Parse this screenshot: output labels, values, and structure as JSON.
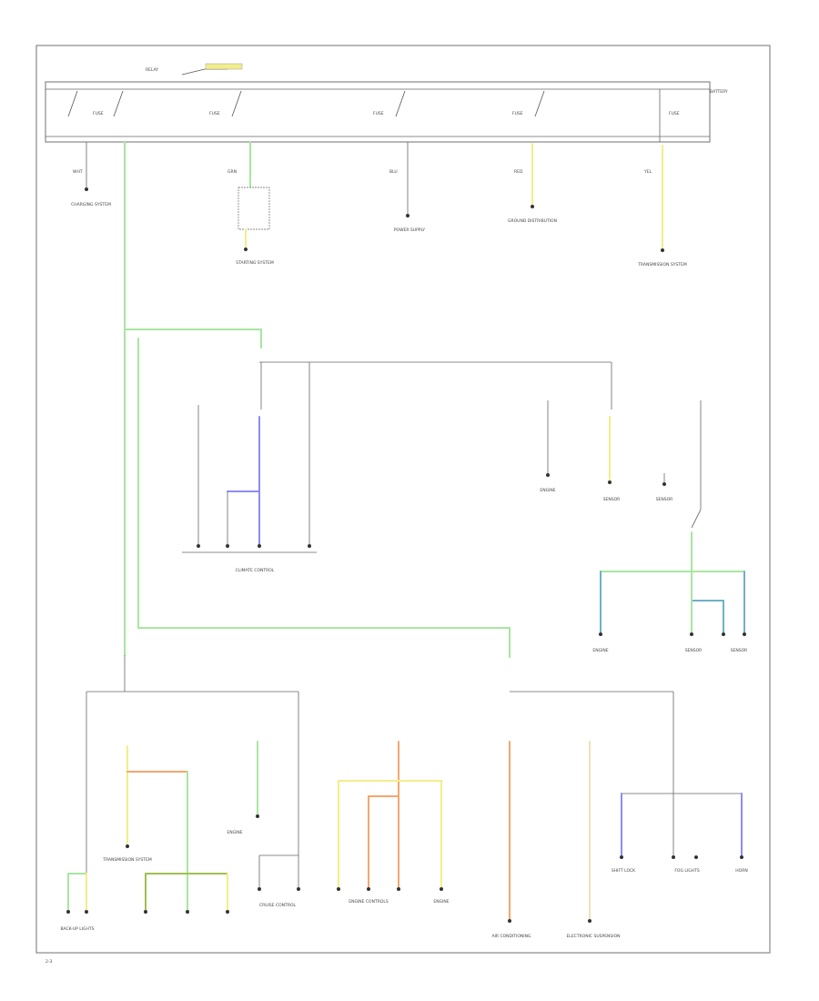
{
  "colors": {
    "green": "#a8e6a0",
    "yellow": "#f2ee8a",
    "blue": "#8c8cf2",
    "orange": "#f5a66e",
    "teal": "#6fb0c8",
    "cream": "#efe2b8",
    "gray": "#555555"
  },
  "header": {
    "relay_label": "RELAY",
    "battery_label": "BATTERY"
  },
  "top_row": {
    "fuse_labels": [
      "FUSE",
      "FUSE",
      "FUSE",
      "FUSE",
      "FUSE"
    ],
    "wire_labels": [
      "WHT",
      "GRN",
      "BLU",
      "RED",
      "YEL"
    ],
    "destinations": [
      "CHARGING SYSTEM",
      "STARTING SYSTEM",
      "POWER SUPPLY",
      "GROUND DISTRIBUTION",
      "TRANSMISSION SYSTEM"
    ]
  },
  "mid_section": {
    "caption_left": "CLIMATE CONTROL",
    "caption_right_items": [
      "ENGINE",
      "SENSOR",
      "SENSOR"
    ],
    "caption_right_lower": [
      "ENGINE",
      "SENSOR",
      "SENSOR"
    ]
  },
  "bottom_section": {
    "captions": [
      "BACK-UP LIGHTS",
      "TRANSMISSION SYSTEM",
      "ENGINE",
      "CRUISE CONTROL",
      "ENGINE CONTROLS",
      "ENGINE",
      "AIR CONDITIONING",
      "ELECTRONIC SUSPENSION",
      "SHIFT LOCK",
      "FOG LIGHTS",
      "HORN"
    ]
  },
  "footer": {
    "page_tag": "2-3"
  }
}
